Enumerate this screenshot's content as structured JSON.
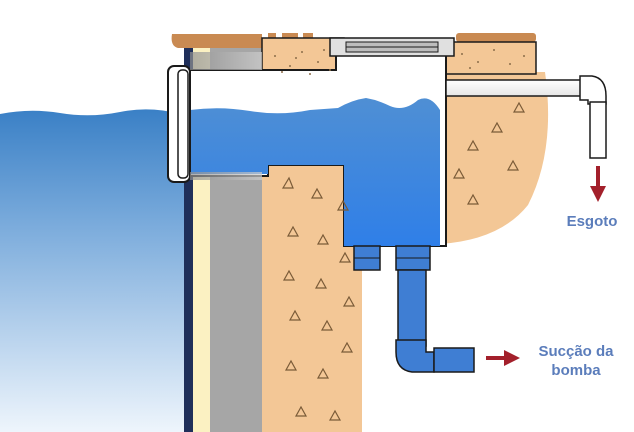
{
  "labels": {
    "sewer": "Esgoto",
    "pump_suction_line1": "Sucção da",
    "pump_suction_line2": "bomba"
  },
  "colors": {
    "water_top": "#3d82c8",
    "water_bottom": "#eaf2fb",
    "soil": "#f3c796",
    "concrete": "#a6a6a6",
    "wall_cream": "#fbf1c2",
    "liner": "#1f2f5a",
    "pipe_blue": "#3f7ed3",
    "pipe_white": "#ffffff",
    "outline": "#1a1a1a",
    "arrow_red": "#a3202b",
    "label_text": "#5b7dbb",
    "coping": "#c98a52"
  },
  "icons": {
    "flow_arrow": "down-arrow-icon",
    "suction_arrow": "right-arrow-icon"
  }
}
